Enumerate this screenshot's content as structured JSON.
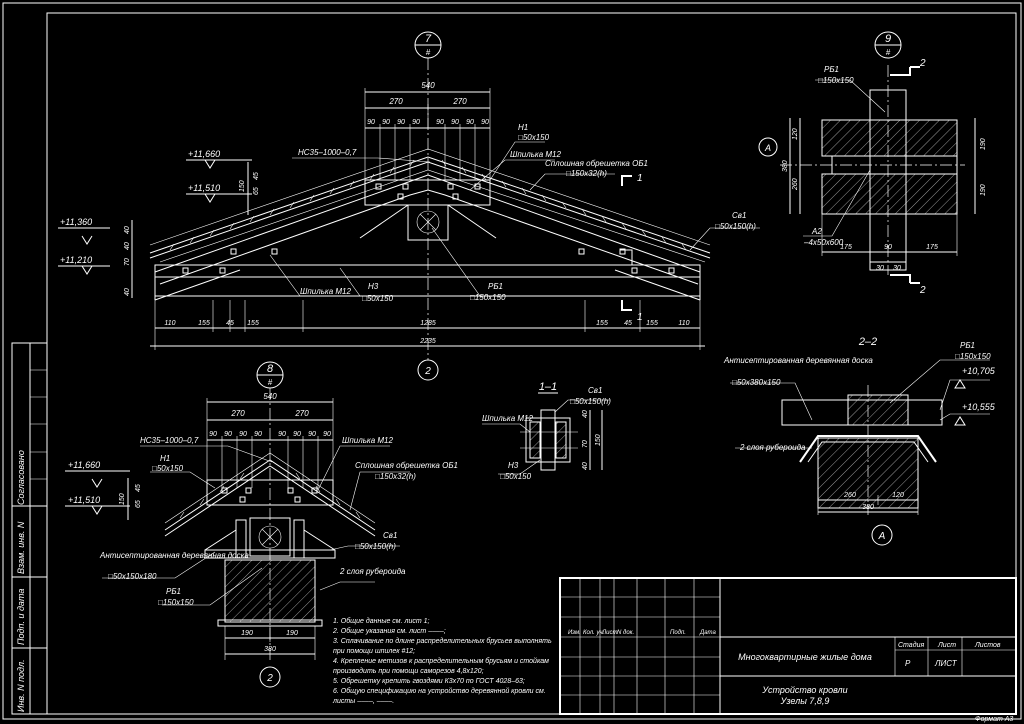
{
  "node_markers": {
    "n7": {
      "num": "7",
      "sheet": "#"
    },
    "n8": {
      "num": "8",
      "sheet": "#"
    },
    "n9": {
      "num": "9",
      "sheet": "#"
    }
  },
  "axis_labels": {
    "main_bottom": "2",
    "detail_bottom": "2",
    "axis_a_left": "A",
    "axis_a_bottom": "A"
  },
  "section_titles": {
    "s11": "1–1",
    "s22": "2–2"
  },
  "section_markers": {
    "cut1_top": "1",
    "cut1_bottom": "1",
    "cut2_top": "2",
    "cut2_bottom": "2"
  },
  "main_elevation": {
    "dims_top": [
      "540",
      "270",
      "270",
      "90",
      "90",
      "90",
      "90",
      "90",
      "90",
      "90",
      "90"
    ],
    "dims_left": [
      "150",
      "45",
      "65",
      "40",
      "40",
      "70",
      "40"
    ],
    "dims_bottom_row1": [
      "110",
      "155",
      "45",
      "155",
      "1285",
      "155",
      "45",
      "155",
      "110"
    ],
    "dim_total": "2235",
    "levels": [
      "+11,660",
      "+11,510",
      "+11,360",
      "+11,210"
    ],
    "labels": {
      "ns": "НС35–1000–0,7",
      "n1": "Н1",
      "n1_size": "□50х150",
      "bolt_top": "Шпилька М12",
      "sheathing": "Сплошная обрешетка ОБ1",
      "sheathing_size": "□150х32(h)",
      "sv1": "Св1",
      "sv1_size": "□50х150(h)",
      "rb1": "РБ1",
      "rb1_size": "□150х150",
      "n3": "Н3",
      "n3_size": "□50х150",
      "bolt_left": "Шпилька М12"
    }
  },
  "node9": {
    "labels": {
      "rb1": "РБ1",
      "rb1_size": "□150х150",
      "a2": "А2",
      "a2_size": "–4х50х600"
    },
    "dims_left": [
      "120",
      "380",
      "260"
    ],
    "dims_right": [
      "190",
      "190"
    ],
    "dims_bottom": [
      "175",
      "90",
      "175",
      "30",
      "30"
    ]
  },
  "section_1_1": {
    "labels": {
      "sv1": "Св1",
      "sv1_size": "□50х150(h)",
      "bolt": "Шпилька М12",
      "n3": "Н3",
      "n3_size": "□50х150"
    },
    "dims": [
      "40",
      "70",
      "40",
      "150"
    ]
  },
  "section_2_2": {
    "labels": {
      "board": "Антисептированная деревянная доска",
      "board_size": "□50х380х150",
      "rb1": "РБ1",
      "rb1_size": "□150х150",
      "ruberoid": "2 слоя рубероида",
      "lvl1": "+10,705",
      "lvl2": "+10,555"
    },
    "dims": [
      "260",
      "120",
      "380"
    ]
  },
  "node8": {
    "dims_top": [
      "540",
      "270",
      "270",
      "90",
      "90",
      "90",
      "90",
      "90",
      "90",
      "90",
      "90"
    ],
    "dims_left": [
      "150",
      "45",
      "65"
    ],
    "dims_bottom": [
      "190",
      "190",
      "380"
    ],
    "levels": [
      "+11,660",
      "+11,510"
    ],
    "labels": {
      "ns": "НС35–1000–0,7",
      "bolt": "Шпилька М12",
      "n1": "Н1",
      "n1_size": "□50х150",
      "sheathing": "Сплошная обрешетка ОБ1",
      "sheathing_size": "□150х32(h)",
      "board": "Антисептированная деревянная доска",
      "board_size": "□50х150х180",
      "sv1": "Св1",
      "sv1_size": "□50х150(h)",
      "ruberoid": "2 слоя рубероида",
      "rb1": "РБ1",
      "rb1_size": "□150х150"
    }
  },
  "notes": [
    "1.  Общие данные см. лист 1;",
    "2.  Общие указания см. лист ––––;",
    "3.  Сплачивание по длине распределительных брусьев выполнять",
    "     при помощи шпилек #12;",
    "4.  Крепление метизов к распределительным брусьям и стойкам",
    "     производить при помощи саморезов 4,8х120;",
    "5.  Обрешетку крепить гвоздями К3х70 по ГОСТ 4028–63;",
    "6.  Общую спецификацию на устройство деревянной кровли см.",
    "     листы ––––, ––––."
  ],
  "side_stamp": [
    "Согласовано",
    "Взам. инв. N",
    "Подп. и дата",
    "Инв. N подл."
  ],
  "title_block": {
    "headers": [
      "Изм.",
      "Кол. уч.",
      "Лист",
      "N док.",
      "Подп.",
      "Дата"
    ],
    "project": "Многоквартирные жилые дома",
    "stage_header": "Стадия",
    "sheet_header": "Лист",
    "sheets_header": "Листов",
    "stage": "Р",
    "sheet": "ЛИСТ",
    "drawing_title_1": "Устройство кровли",
    "drawing_title_2": "Узелы 7,8,9"
  },
  "format": "Формат А3",
  "colors": {
    "background": "#000000",
    "lines": "#ffffff"
  }
}
